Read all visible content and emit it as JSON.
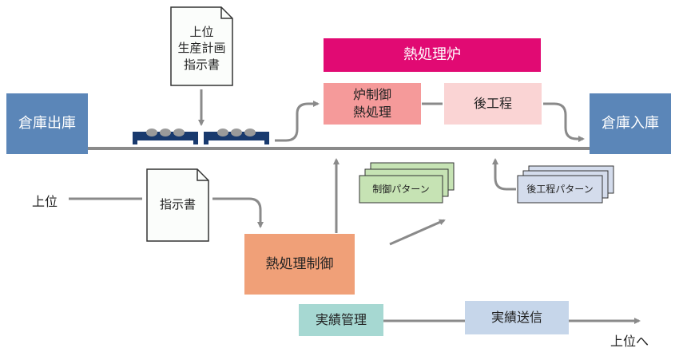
{
  "nodes": {
    "warehouse_out": "倉庫出庫",
    "warehouse_in": "倉庫入庫",
    "furnace_title": "熱処理炉",
    "furnace_control": [
      "炉制御",
      "熱処理"
    ],
    "post_process": "後工程",
    "heat_treat_control": "熱処理制御",
    "results_mgmt": "実績管理",
    "results_send": "実績送信"
  },
  "documents": {
    "upper_plan": [
      "上位",
      "生産計画",
      "指示書"
    ],
    "instruction": "指示書"
  },
  "patterns": {
    "control": "制御パターン",
    "post_process": "後工程パターン"
  },
  "labels": {
    "upper_left": "上位",
    "to_upper": "上位へ"
  },
  "colors": {
    "warehouse": "#5b86b8",
    "furnace_title": "#e10a73",
    "furnace_control": "#f59a9a",
    "post_process": "#fad4d4",
    "heat_treat_control": "#f0a078",
    "results_mgmt": "#a6d8d2",
    "results_send": "#c6d6ea",
    "pattern_green": "#c6e3b4",
    "pattern_blue": "#d4dcec",
    "tray": "#193a6e",
    "line": "#8a8a8a"
  }
}
